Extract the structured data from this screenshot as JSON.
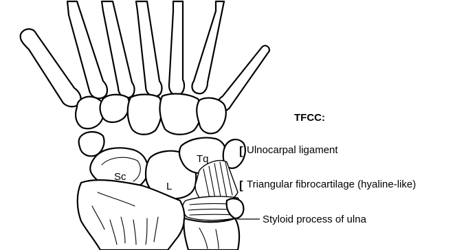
{
  "diagram": {
    "title": "TFCC:",
    "bone_labels": {
      "scaphoid": "Sc",
      "lunate": "L",
      "triquetrum": "Tq"
    },
    "legend": {
      "bracket_glyph": "[",
      "ulnocarpal": "Ulnocarpal ligament",
      "fibrocartilage": "Triangular fibrocartilage (hyaline-like)",
      "styloid": "Styloid process of ulna"
    }
  }
}
